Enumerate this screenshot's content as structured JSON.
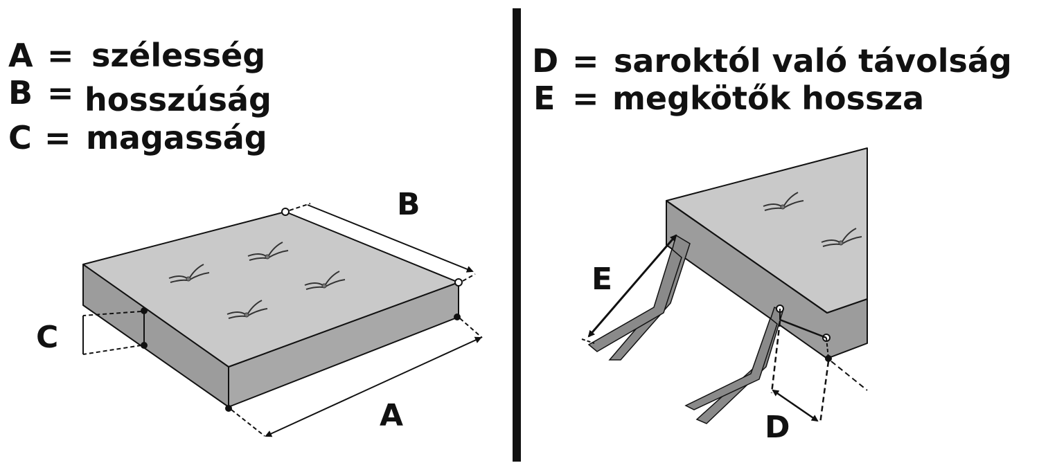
{
  "left_legend": [
    {
      "letter": "A",
      "sep": "=",
      "text": "szélesség"
    },
    {
      "letter": "B",
      "sep": "=",
      "text": "hosszúság"
    },
    {
      "letter": "C",
      "sep": "=",
      "text": "magasság"
    }
  ],
  "right_legend": [
    {
      "letter": "D",
      "sep": "=",
      "text": "saroktól való távolság"
    },
    {
      "letter": "E",
      "sep": "=",
      "text": "megkötők hossza"
    }
  ],
  "dimension_labels": {
    "a": "A",
    "b": "B",
    "c": "C",
    "d": "D",
    "e": "E"
  },
  "colors": {
    "top_face": "#c9c9c9",
    "side_face": "#9c9c9c",
    "front_face": "#a8a8a8",
    "tie": "#8a8a8a",
    "line": "#111111",
    "divider": "#111111"
  },
  "icons": [
    "tufting-stitch-icon",
    "dimension-arrow-icon",
    "tie-strap-icon"
  ]
}
